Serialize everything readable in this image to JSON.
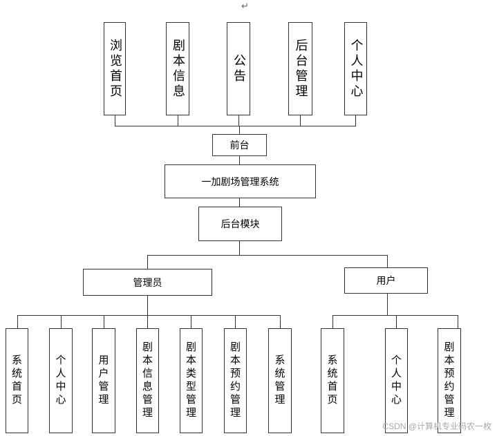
{
  "paragraph_mark": "↵",
  "top_items": [
    "浏览首页",
    "剧本信息",
    "公告",
    "后台管理",
    "个人中心"
  ],
  "frontend": "前台",
  "system": "一加剧场管理系统",
  "backend": "后台模块",
  "admin": "管理员",
  "user": "用户",
  "admin_items": [
    "系统首页",
    "个人中心",
    "用户管理",
    "剧本信息管理",
    "剧本类型管理",
    "剧本预约管理",
    "系统管理"
  ],
  "user_items": [
    "系统首页",
    "个人中心",
    "剧本预约管理"
  ],
  "watermark": "CSDN @计算机专业码农一枚"
}
